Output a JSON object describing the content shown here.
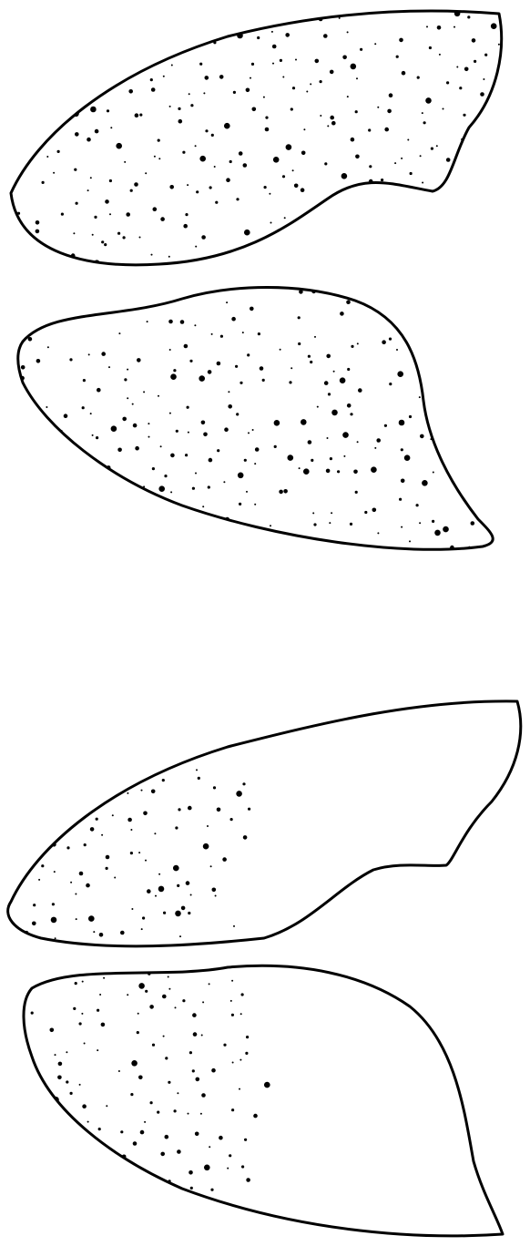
{
  "figure": {
    "panels": [
      {
        "id": "upper",
        "wings": [
          {
            "id": "forewing",
            "stippling": "full"
          },
          {
            "id": "hindwing",
            "stippling": "full"
          }
        ]
      },
      {
        "id": "lower",
        "wings": [
          {
            "id": "forewing",
            "stippling": "basal"
          },
          {
            "id": "hindwing",
            "stippling": "basal"
          }
        ]
      }
    ],
    "colors": {
      "ink": "#000000",
      "paper": "#ffffff"
    }
  }
}
